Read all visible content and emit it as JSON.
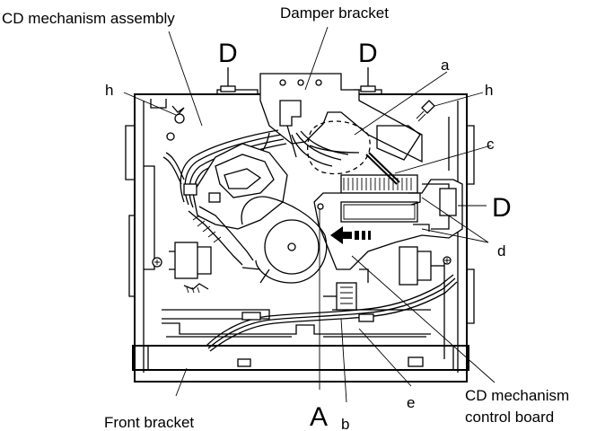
{
  "labels": {
    "cd_mechanism_assembly": "CD mechanism assembly",
    "damper_bracket": "Damper bracket",
    "d_top_left": "D",
    "d_top_right": "D",
    "d_right": "D",
    "a": "a",
    "h_left": "h",
    "h_right": "h",
    "c": "c",
    "d_small": "d",
    "e": "e",
    "b": "b",
    "big_a": "A",
    "front_bracket": "Front bracket",
    "cd_mech_control_board_line1": "CD mechanism",
    "cd_mech_control_board_line2": "control board"
  }
}
